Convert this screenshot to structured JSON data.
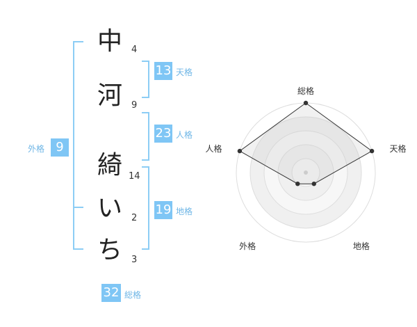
{
  "name_chars": [
    {
      "char": "中",
      "strokes": "4"
    },
    {
      "char": "河",
      "strokes": "9"
    },
    {
      "char": "綺",
      "strokes": "14"
    },
    {
      "char": "い",
      "strokes": "2"
    },
    {
      "char": "ち",
      "strokes": "3"
    }
  ],
  "fortunes": {
    "tenkaku": {
      "value": "13",
      "label": "天格"
    },
    "jinkaku": {
      "value": "23",
      "label": "人格"
    },
    "chikaku": {
      "value": "19",
      "label": "地格"
    },
    "gaikaku": {
      "value": "9",
      "label": "外格"
    },
    "soukaku": {
      "value": "32",
      "label": "総格"
    }
  },
  "colors": {
    "accent": "#7fc6f5",
    "label": "#6fb6e6",
    "bracket": "#8ccdf5"
  },
  "chart_data": {
    "type": "radar",
    "axes": [
      "総格",
      "天格",
      "地格",
      "外格",
      "人格"
    ],
    "values": [
      5,
      5,
      1,
      1,
      5
    ],
    "max": 5,
    "rings": 5
  }
}
